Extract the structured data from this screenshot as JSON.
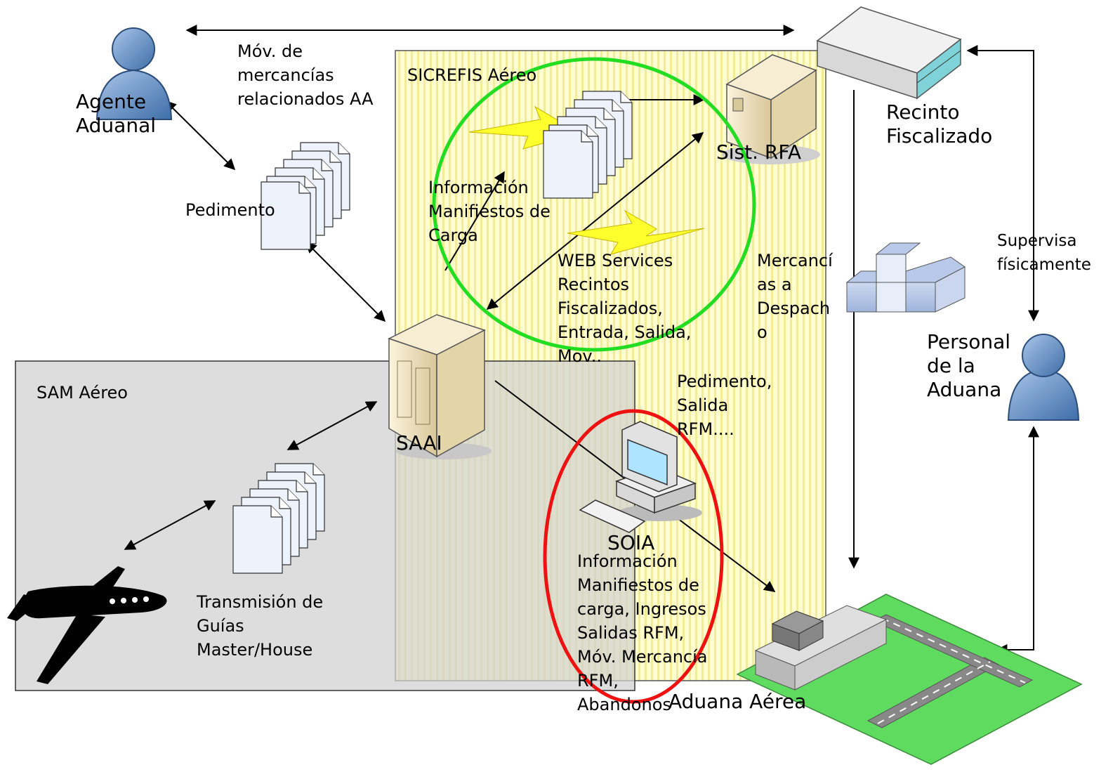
{
  "colors": {
    "sicrefis_fill": "#ffffcc",
    "sicrefis_stripe": "#f0e68c",
    "sam_fill": "#dcdcdc",
    "green_circle": "#22dd22",
    "red_circle": "#ee1111",
    "runway_green": "#5fdc5f",
    "lightning": "#ffff33"
  },
  "regions": {
    "sicrefis": "SICREFIS Aéreo",
    "sam": "SAM Aéreo"
  },
  "actors": {
    "agente": "Agente\nAduanal",
    "personal": "Personal\nde la\nAduana"
  },
  "systems": {
    "recinto": "Recinto\nFiscalizado",
    "rfa": "Sist. RFA",
    "saai": "SAAI",
    "soia": "SOIA",
    "aduana_aerea": "Aduana Aérea"
  },
  "labels": {
    "mov_mercancias": "Móv. de\nmercancías\nrelacionados AA",
    "pedimento": "Pedimento",
    "info_manifiestos": "Información\nManifiestos de\nCarga",
    "web_services": "WEB Services\nRecintos\nFiscalizados,\nEntrada, Salida,\nMov..",
    "mercancias_despacho": "Mercancí\nas a\nDespach\no",
    "pedimento_salida": "Pedimento,\nSalida\nRFM....",
    "supervisa": "Supervisa\nfísicamente",
    "info_manifiestos_carga": "Información\nManifiestos de\ncarga, Ingresos\nSalidas RFM,\nMóv. Mercancía\nRFM,\nAbandonos",
    "transmision": "Transmisión de\nGuías\nMaster/House"
  },
  "icons": {
    "person": "person-icon",
    "server": "server-tower-icon",
    "documents": "document-stack-icon",
    "computer": "desktop-computer-icon",
    "airplane": "airplane-icon",
    "airport": "airport-terminal-icon",
    "boxes": "cargo-boxes-icon",
    "lightning": "lightning-icon",
    "network_box": "network-appliance-icon"
  }
}
